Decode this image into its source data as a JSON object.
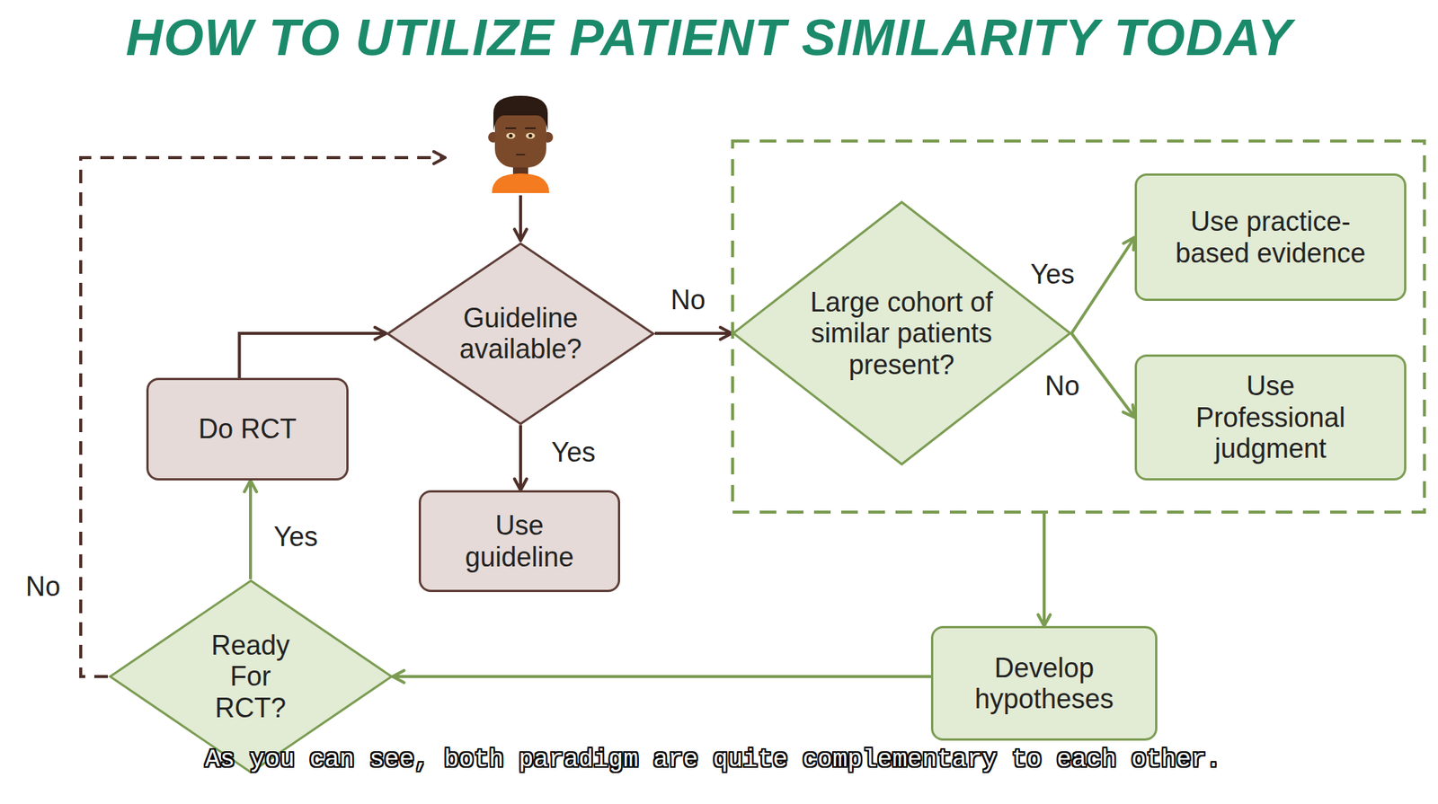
{
  "diagram": {
    "title": "HOW TO UTILIZE PATIENT SIMILARITY TODAY",
    "caption": "As you can see, both paradigm are quite complementary to each other.",
    "nodes": [
      {
        "text": [
          "Guideline available?"
        ]
      },
      {
        "text": []
      },
      {
        "text": [
          "Large cohort of similar patients present?"
        ],
        "in": 1
      },
      {
        "text": [
          "Use practice-based evidence"
        ],
        "in": 1
      },
      {
        "text": [
          "Use Professional judgment"
        ],
        "in": 1
      },
      {
        "text": [
          "Do RCT"
        ]
      },
      {
        "text": [
          "Use guideline"
        ]
      },
      {
        "text": [
          "Develop hypotheses"
        ]
      },
      {
        "text": [
          "Ready For RCT?"
        ]
      }
    ],
    "edges": [
      {
        "from": 0,
        "to": 2,
        "label": "No",
        "arrow": "to"
      },
      {
        "from": 0,
        "to": 6,
        "label": "Yes",
        "arrow": "to"
      },
      {
        "from": 2,
        "to": 3,
        "label": "Yes",
        "arrow": "to"
      },
      {
        "from": 2,
        "to": 4,
        "label": "No",
        "arrow": "to"
      },
      {
        "from": 1,
        "to": 7,
        "arrow": "to"
      },
      {
        "from": 7,
        "to": 8,
        "arrow": "to"
      },
      {
        "from": 8,
        "to": 5,
        "label": "Yes",
        "arrow": "to"
      },
      {
        "from": 5,
        "to": 0,
        "arrow": "to"
      }
    ],
    "labels": [
      "No"
    ]
  }
}
